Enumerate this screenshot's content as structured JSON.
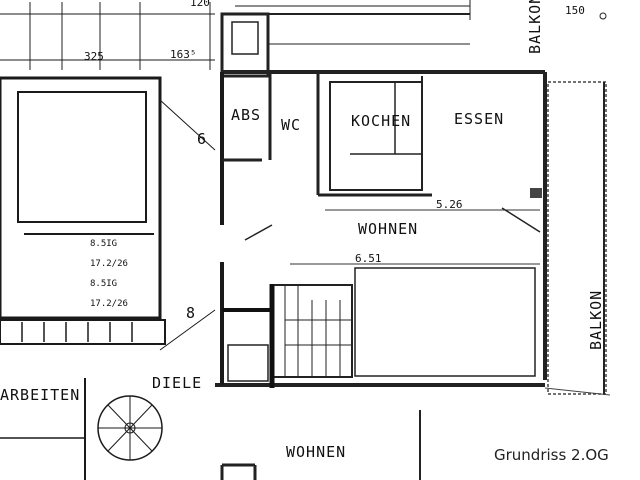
{
  "plan": {
    "caption": "Grundriss 2.OG",
    "rooms": {
      "abs": "ABS",
      "wc": "WC",
      "kochen": "KOCHEN",
      "essen": "ESSEN",
      "wohnen_upper": "WOHNEN",
      "wohnen_lower": "WOHNEN",
      "diele": "DIELE",
      "arbeiten": "ARBEITEN",
      "balkon_top": "BALKON",
      "balkon_right": "BALKON"
    },
    "dimensions": {
      "top_1": "120",
      "top_2": "150",
      "left_1": "325",
      "left_2": "163⁵",
      "inner_1": "5.26",
      "inner_2": "6.51",
      "stair_a": "8.5IG",
      "stair_b": "17.2/26",
      "stair_c": "8.5IG",
      "stair_d": "17.2/26"
    },
    "stair_numbers": {
      "upper": "6",
      "lower": "8"
    }
  }
}
